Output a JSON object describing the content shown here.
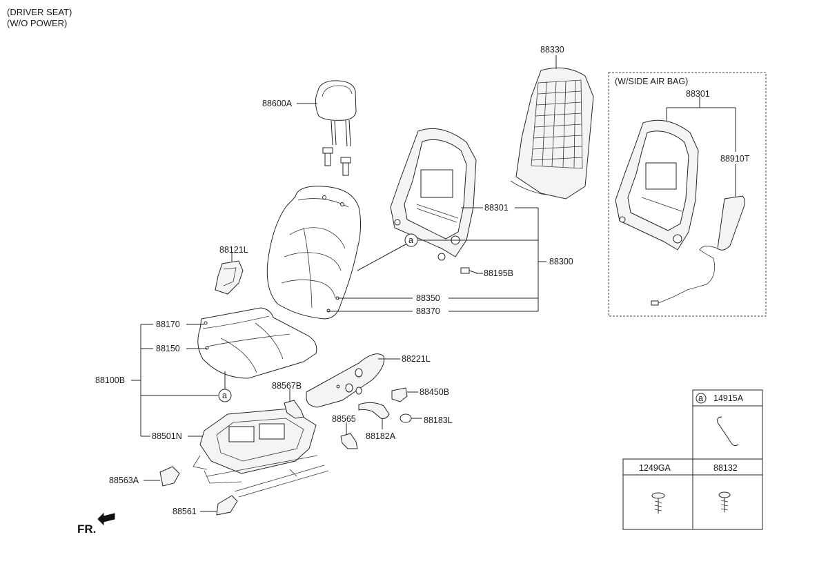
{
  "header": {
    "line1": "(DRIVER SEAT)",
    "line2": "(W/O POWER)"
  },
  "direction_label": "FR.",
  "variant_box": {
    "title": "(W/SIDE AIR BAG)",
    "parts": {
      "frame": "88301",
      "airbag": "88910T"
    }
  },
  "parts": {
    "headrest": "88600A",
    "back_cover": "88330",
    "back_frame": "88301",
    "back_assy": "88300",
    "bolt": "88195B",
    "back_pad_1": "88350",
    "back_pad_2": "88370",
    "shield_inner": "88121L",
    "cushion_cover": "88170",
    "cushion_pad": "88150",
    "cushion_assy": "88100B",
    "cushion_frame": "88501N",
    "side_shield": "88221L",
    "cover_b": "88450B",
    "cover_567": "88567B",
    "cover_565": "88565",
    "knob": "88183L",
    "lever": "88182A",
    "cover_563": "88563A",
    "cover_561": "88561"
  },
  "callout_marker": "a",
  "fastener_table": {
    "clip": {
      "marker": "a",
      "part": "14915A"
    },
    "screw1": "1249GA",
    "screw2": "88132"
  }
}
